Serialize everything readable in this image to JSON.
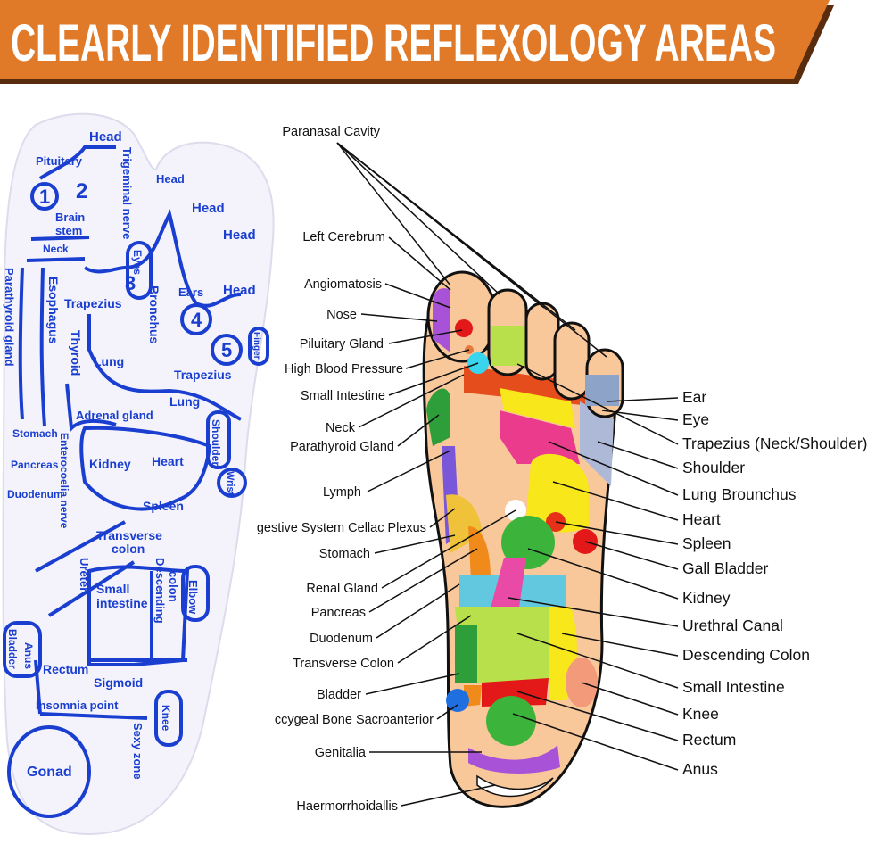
{
  "banner": {
    "title": "CLEARLY IDENTIFIED REFLEXOLOGY AREAS",
    "color": "#e07a28",
    "text_color": "#ffffff"
  },
  "sock": {
    "line_color": "#1a3fd0",
    "labels": [
      "Head",
      "Pituitary",
      "Trigeminal nerve",
      "1",
      "2",
      "Brain",
      "stem",
      "Neck",
      "Parathyroid gland",
      "Esophagus",
      "Thyroid",
      "Trapezius",
      "Eyes",
      "3",
      "Bronchus",
      "Head",
      "Head",
      "Head",
      "Ears",
      "Head",
      "4",
      "5",
      "Finger",
      "Trapezius",
      "Lung",
      "Lung",
      "Adrenal gland",
      "Shoulder",
      "Stomach",
      "Pancreas",
      "Duodenum",
      "Enterocoelia nerve",
      "Kidney",
      "Heart",
      "Spleen",
      "Wrist",
      "Transverse",
      "colon",
      "Ureter",
      "Small",
      "intestine",
      "Descending",
      "colon",
      "Elbow",
      "Bladder",
      "Anus",
      "Rectum",
      "Sigmoid",
      "Insomnia point",
      "Knee",
      "Sexy zone",
      "Gonad"
    ]
  },
  "chart": {
    "left_labels": [
      "Paranasal Cavity",
      "Left Cerebrum",
      "Angiomatosis",
      "Nose",
      "Piluitary Gland",
      "High Blood Pressure",
      "Small Intestine",
      "Neck",
      "Parathyroid Gland",
      "Lymph",
      "gestive System Cellac Plexus",
      "Stomach",
      "Renal Gland",
      "Pancreas",
      "Duodenum",
      "Transverse Colon",
      "Bladder",
      "ccygeal Bone Sacroanterior",
      "Genitalia",
      "Haermorrhoidallis"
    ],
    "right_labels": [
      "Ear",
      "Eye",
      "Trapezius (Neck/Shoulder)",
      "Shoulder",
      "Lung Brounchus",
      "Heart",
      "Spleen",
      "Gall Bladder",
      "Kidney",
      "Urethral Canal",
      "Descending Colon",
      "Small Intestine",
      "Knee",
      "Rectum",
      "Anus"
    ]
  }
}
